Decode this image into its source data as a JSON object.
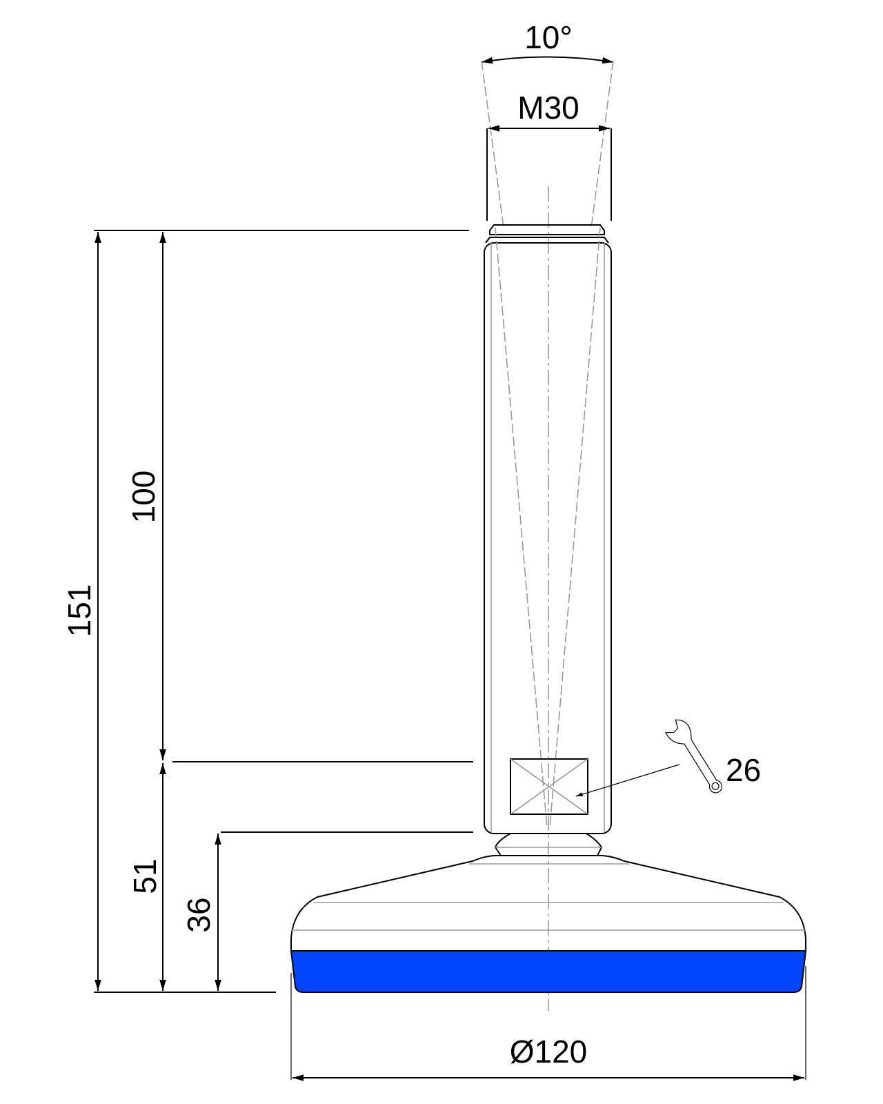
{
  "drawing": {
    "title": "Leveling foot technical drawing",
    "dimensions": {
      "angle": "10°",
      "thread": "M30",
      "total_height": "151",
      "stem_length": "100",
      "base_to_stem": "51",
      "base_height": "36",
      "diameter": "Ø120",
      "wrench_size": "26"
    },
    "colors": {
      "pad": "#0044ff",
      "line": "#000000",
      "hidden_line": "#9a9a9a",
      "background": "#ffffff"
    },
    "icons": {
      "wrench": "wrench-icon"
    }
  }
}
